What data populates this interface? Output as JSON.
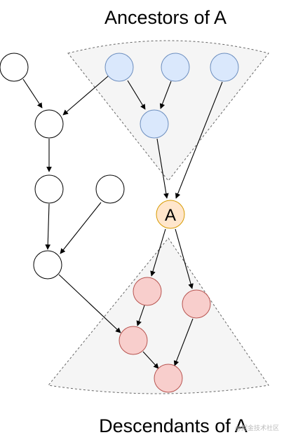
{
  "titles": {
    "top": "Ancestors of A",
    "bottom": "Descendants of A"
  },
  "center_node": {
    "label": "A"
  },
  "watermark": "@掘金技术社区",
  "colors": {
    "ancestor_fill": "#dae8fc",
    "ancestor_stroke": "#6c8ebf",
    "descendant_fill": "#f8cecc",
    "descendant_stroke": "#b85450",
    "center_fill": "#ffe6cc",
    "center_stroke": "#d79b00",
    "plain_fill": "#ffffff",
    "plain_stroke": "#000000"
  }
}
